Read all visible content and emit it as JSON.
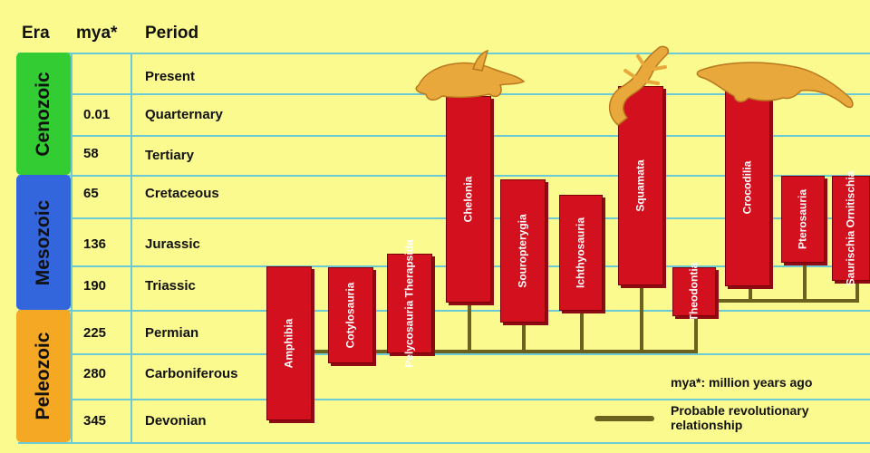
{
  "headers": {
    "era": "Era",
    "mya": "mya*",
    "period": "Period"
  },
  "eras": [
    {
      "label": "Cenozoic",
      "color": "#33cc33"
    },
    {
      "label": "Mesozoic",
      "color": "#3366dd"
    },
    {
      "label": "Peleozoic",
      "color": "#f5a823"
    }
  ],
  "periods": [
    {
      "mya": "",
      "name": "Present"
    },
    {
      "mya": "0.01",
      "name": "Quarternary"
    },
    {
      "mya": "58",
      "name": "Tertiary"
    },
    {
      "mya": "65",
      "name": "Cretaceous"
    },
    {
      "mya": "136",
      "name": "Jurassic"
    },
    {
      "mya": "190",
      "name": "Triassic"
    },
    {
      "mya": "225",
      "name": "Permian"
    },
    {
      "mya": "280",
      "name": "Carboniferous"
    },
    {
      "mya": "345",
      "name": "Devonian"
    }
  ],
  "groups": [
    {
      "label": "Amphibia"
    },
    {
      "label": "Cotylosauria"
    },
    {
      "label": "Pelycosauria Therapsida"
    },
    {
      "label": "Chelonia"
    },
    {
      "label": "Souropterygia"
    },
    {
      "label": "Ichthyosauria"
    },
    {
      "label": "Squamata"
    },
    {
      "label": "Theodontia"
    },
    {
      "label": "Crocodilia"
    },
    {
      "label": "Pterosauria"
    },
    {
      "label": "Saurischia Ornitischia"
    }
  ],
  "legend": {
    "note": "mya*: million years ago",
    "line_label": "Probable revolutionary relationship"
  },
  "colors": {
    "background": "#fbfa8e",
    "bar": "#d2101e",
    "relationship_line": "#6b6220",
    "animal": "#e8a83c",
    "grid_line": "#6cc9d6"
  }
}
